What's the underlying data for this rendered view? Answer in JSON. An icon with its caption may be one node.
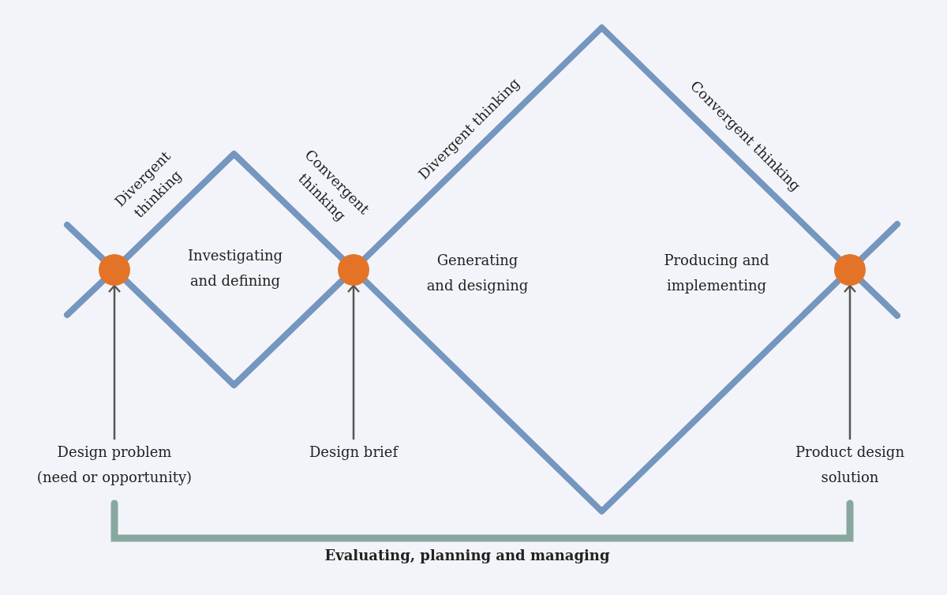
{
  "diagram": {
    "nodes": [
      {
        "text": [
          "Investigating and defining"
        ],
        "beside": [
          "Divergent thinking",
          "Convergent thinking"
        ]
      },
      {
        "text": [
          "Generating and designing",
          "Producing and implementing"
        ],
        "beside": [
          "Divergent thinking",
          "Convergent thinking"
        ]
      },
      {
        "text": [],
        "shape": "circle"
      },
      {
        "text": [],
        "shape": "circle"
      },
      {
        "text": [],
        "shape": "circle"
      },
      {
        "text": [
          "Design problem",
          "(need or opportunity)"
        ]
      },
      {
        "text": [
          "Design brief"
        ]
      },
      {
        "text": [
          "Product design solution"
        ]
      }
    ],
    "edges": [
      {
        "from": 5,
        "to": 2,
        "arrow": "to"
      },
      {
        "from": 6,
        "to": 3,
        "arrow": "to"
      },
      {
        "from": 7,
        "to": 4,
        "arrow": "to"
      }
    ],
    "labels": [
      "Evaluating, planning and managing"
    ]
  }
}
